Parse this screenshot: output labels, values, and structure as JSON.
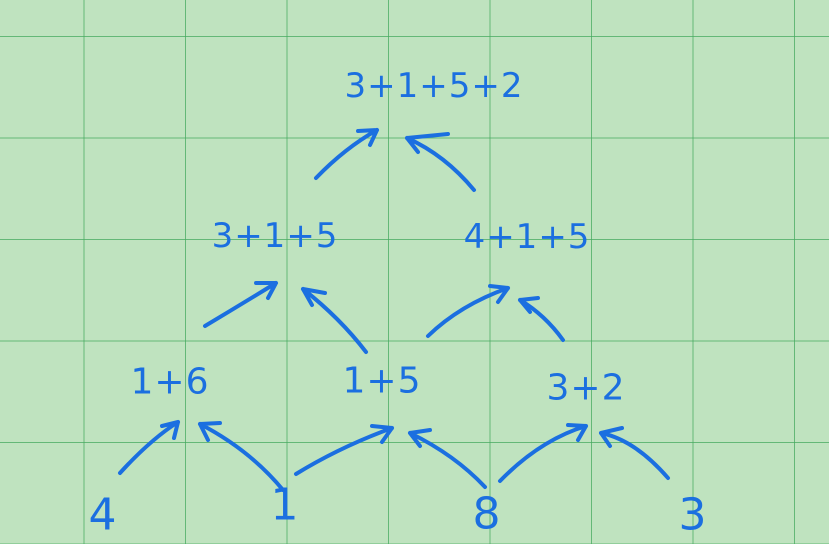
{
  "diagram": {
    "accent_color": "#1b6fe0",
    "grid_color": "#46aa5f",
    "background_color": "#bfe3bf",
    "top_node": "3+1+5+2",
    "middle_nodes": [
      "3+1+5",
      "4+1+5"
    ],
    "bottom_nodes": [
      "1+6",
      "1+5",
      "3+2"
    ],
    "leaves": [
      "4",
      "1",
      "8",
      "3"
    ]
  }
}
